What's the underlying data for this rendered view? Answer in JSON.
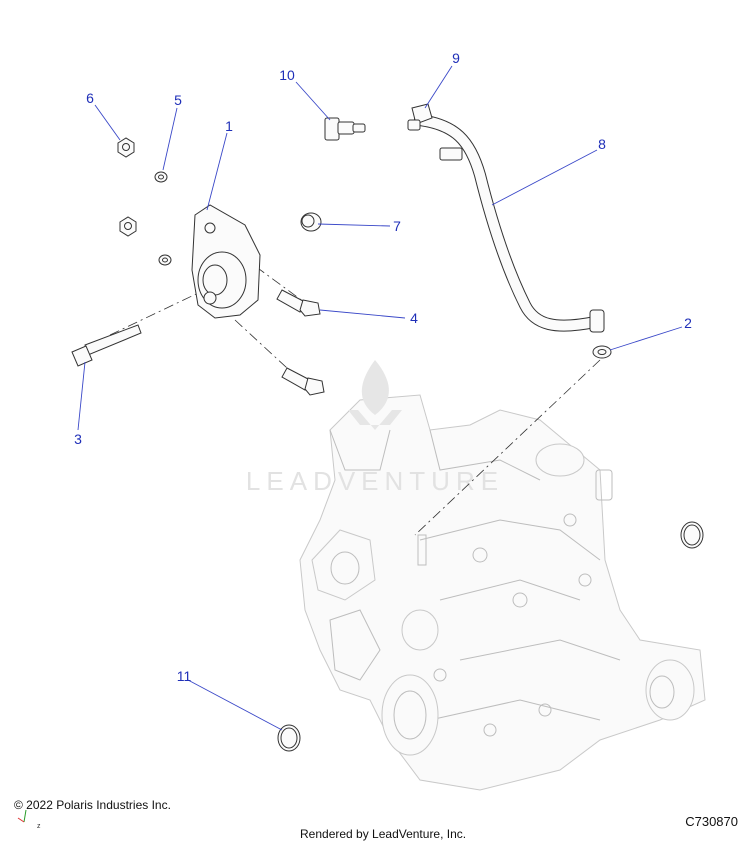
{
  "callouts": [
    "1",
    "2",
    "3",
    "4",
    "5",
    "6",
    "7",
    "8",
    "9",
    "10",
    "11"
  ],
  "watermark": "LEADVENTURE",
  "copyright": "© 2022 Polaris Industries Inc.",
  "rendered_by": "Rendered by LeadVenture, Inc.",
  "drawing_code": "C730870",
  "axis_labels": {
    "z": "z"
  },
  "colors": {
    "callout": "#1f2fb8",
    "leader": "#3a48c8",
    "ghost": "#c9c9c9"
  }
}
